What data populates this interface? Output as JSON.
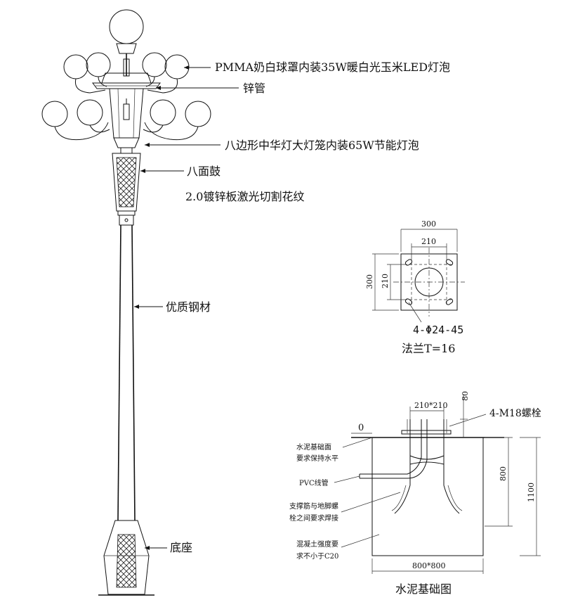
{
  "lamp": {
    "labels": {
      "bulb_cover": "PMMA奶白球罩内装35W暖白光玉米LED灯泡",
      "zinc_pipe": "锌管",
      "lantern": "八边形中华灯大灯笼内装65W节能灯泡",
      "drum": "八面鼓",
      "pattern": "2.0镀锌板激光切割花纹",
      "steel": "优质钢材",
      "base": "底座"
    }
  },
  "flange": {
    "dim_outer_w": "300",
    "dim_inner_w": "210",
    "dim_outer_h": "300",
    "dim_inner_h": "210",
    "holes": "4-Φ24-45",
    "thickness": "法兰T=16"
  },
  "foundation": {
    "top_dim": "210*210",
    "bolt": "4-M18螺栓",
    "dim_80": "80",
    "zero": "0",
    "dim_800": "800",
    "dim_1100": "1100",
    "bottom_dim": "800*800",
    "title": "水泥基础图",
    "notes": {
      "level_1": "水泥基础面",
      "level_2": "要求保持水平",
      "pvc": "PVC线管",
      "weld_1": "支撑筋与地脚螺",
      "weld_2": "栓之间要求焊接",
      "concrete_1": "混凝土强度要",
      "concrete_2": "求不小于C20"
    }
  }
}
